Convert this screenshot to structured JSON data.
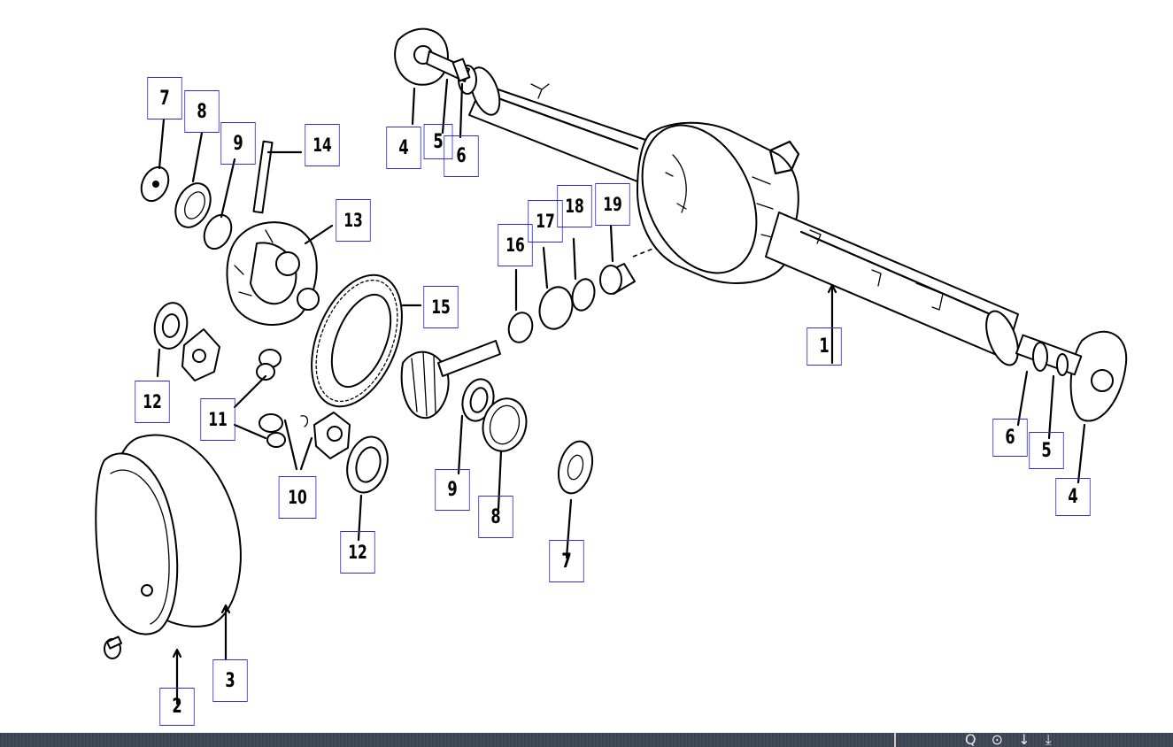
{
  "diagram": {
    "callouts": [
      {
        "id": "c-1",
        "label": "1"
      },
      {
        "id": "c-2",
        "label": "2"
      },
      {
        "id": "c-3",
        "label": "3"
      },
      {
        "id": "c-4-top",
        "label": "4"
      },
      {
        "id": "c-5-top",
        "label": "5"
      },
      {
        "id": "c-6-top",
        "label": "6"
      },
      {
        "id": "c-4-right",
        "label": "4"
      },
      {
        "id": "c-5-right",
        "label": "5"
      },
      {
        "id": "c-6-right",
        "label": "6"
      },
      {
        "id": "c-7-left",
        "label": "7"
      },
      {
        "id": "c-8-left",
        "label": "8"
      },
      {
        "id": "c-9-left",
        "label": "9"
      },
      {
        "id": "c-7-bottom",
        "label": "7"
      },
      {
        "id": "c-8-bottom",
        "label": "8"
      },
      {
        "id": "c-9-bottom",
        "label": "9"
      },
      {
        "id": "c-10",
        "label": "10"
      },
      {
        "id": "c-11",
        "label": "11"
      },
      {
        "id": "c-12-left",
        "label": "12"
      },
      {
        "id": "c-12-bottom",
        "label": "12"
      },
      {
        "id": "c-13",
        "label": "13"
      },
      {
        "id": "c-14",
        "label": "14"
      },
      {
        "id": "c-15",
        "label": "15"
      },
      {
        "id": "c-16",
        "label": "16"
      },
      {
        "id": "c-17",
        "label": "17"
      },
      {
        "id": "c-18",
        "label": "18"
      },
      {
        "id": "c-19",
        "label": "19"
      }
    ],
    "callout_box_color": "#2b2bd9",
    "line_color": "#000000"
  },
  "bottom_bar": {
    "background": "#3b4250",
    "glyphs": "Q ⊙ ↓ ⤓"
  }
}
